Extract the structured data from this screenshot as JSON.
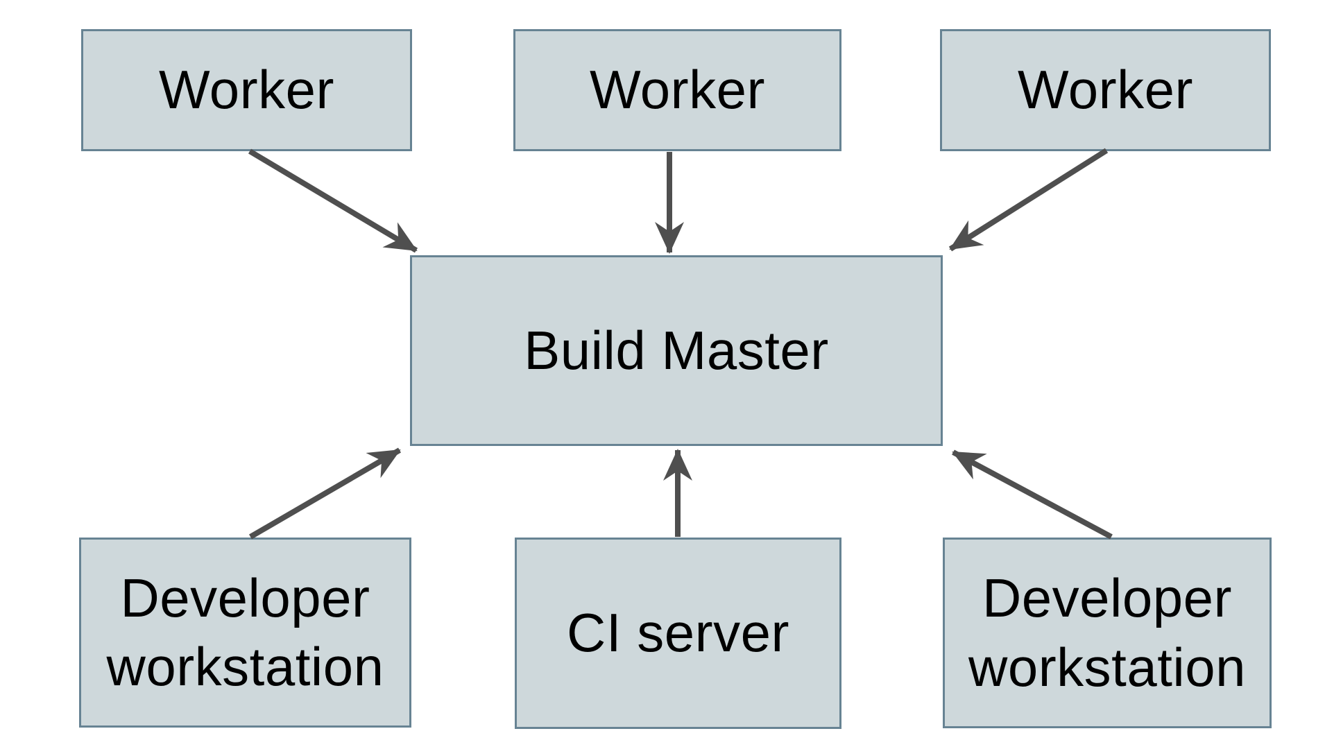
{
  "style": {
    "background": "#ffffff",
    "node_fill": "#ced8db",
    "node_border": "#678393",
    "arrow_color": "#4f4f4f",
    "text_color": "#000000"
  },
  "nodes": [
    {
      "id": "worker-1",
      "label": "Worker"
    },
    {
      "id": "worker-2",
      "label": "Worker"
    },
    {
      "id": "worker-3",
      "label": "Worker"
    },
    {
      "id": "build-master",
      "label": "Build Master"
    },
    {
      "id": "developer-workstation-left",
      "label": "Developer workstation"
    },
    {
      "id": "ci-server",
      "label": "CI server"
    },
    {
      "id": "developer-workstation-right",
      "label": "Developer workstation"
    }
  ],
  "edges": [
    {
      "from": "worker-1",
      "to": "build-master"
    },
    {
      "from": "worker-2",
      "to": "build-master"
    },
    {
      "from": "worker-3",
      "to": "build-master"
    },
    {
      "from": "developer-workstation-left",
      "to": "build-master"
    },
    {
      "from": "ci-server",
      "to": "build-master"
    },
    {
      "from": "developer-workstation-right",
      "to": "build-master"
    }
  ]
}
